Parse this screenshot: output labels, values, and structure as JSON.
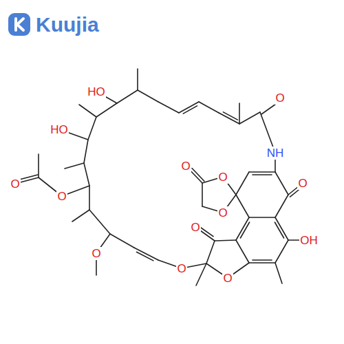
{
  "diagram": {
    "labels": [
      "Kuujia",
      "HO",
      "HO",
      "O",
      "NH",
      "O",
      "O",
      "O",
      "O",
      "O",
      "O",
      "OH",
      "O",
      "O",
      "O",
      "O"
    ]
  }
}
